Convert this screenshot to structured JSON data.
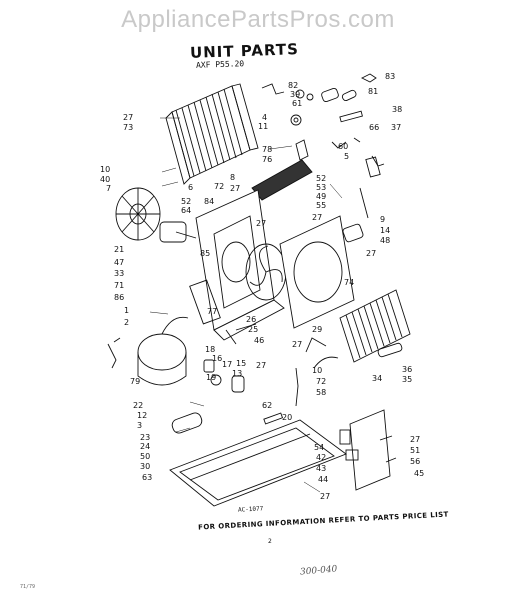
{
  "watermark": "AppliancePartsPros.com",
  "title": "UNIT PARTS",
  "model": "AXF P55.20",
  "footer": {
    "code": "AC-1077",
    "note": "FOR ORDERING INFORMATION REFER TO PARTS PRICE LIST",
    "page": "2",
    "left_mark": "71/79",
    "handwritten": "300-040"
  },
  "labels": {
    "l83": "83",
    "l82": "82",
    "l39": "39",
    "l81": "81",
    "l61": "61",
    "l38": "38",
    "l4": "4",
    "l11": "11",
    "l66": "66",
    "l37": "37",
    "l27a": "27",
    "l73": "73",
    "l60": "60",
    "l5": "5",
    "l78": "78",
    "l76": "76",
    "l10a": "10",
    "l40a": "40",
    "l7": "7",
    "l6": "6",
    "l8": "8",
    "l72a": "72",
    "l27b": "27",
    "l52a": "52",
    "l53": "53",
    "l49": "49",
    "l55": "55",
    "l84": "84",
    "l52b": "52",
    "l64": "64",
    "l9": "9",
    "l27c": "27",
    "l27d": "27",
    "l14": "14",
    "l48": "48",
    "l21": "21",
    "l47": "47",
    "l33": "33",
    "l85": "85",
    "l71": "71",
    "l86": "86",
    "l27e": "27",
    "l74": "74",
    "l1": "1",
    "l2": "2",
    "l77": "77",
    "l26": "26",
    "l25": "25",
    "l46": "46",
    "l29": "29",
    "l27f": "27",
    "l18": "18",
    "l16": "16",
    "l17": "17",
    "l15": "15",
    "l13": "13",
    "l19": "19",
    "l27g": "27",
    "l10b": "10",
    "l72b": "72",
    "l58": "58",
    "l34": "34",
    "l36": "36",
    "l35": "35",
    "l79": "79",
    "l22": "22",
    "l12": "12",
    "l3": "3",
    "l62": "62",
    "l23": "23",
    "l24": "24",
    "l20": "20",
    "l50": "50",
    "l54": "54",
    "l27h": "27",
    "l42": "42",
    "l51": "51",
    "l43": "43",
    "l56": "56",
    "l44": "44",
    "l45": "45",
    "l30": "30",
    "l63": "63",
    "l27i": "27"
  }
}
